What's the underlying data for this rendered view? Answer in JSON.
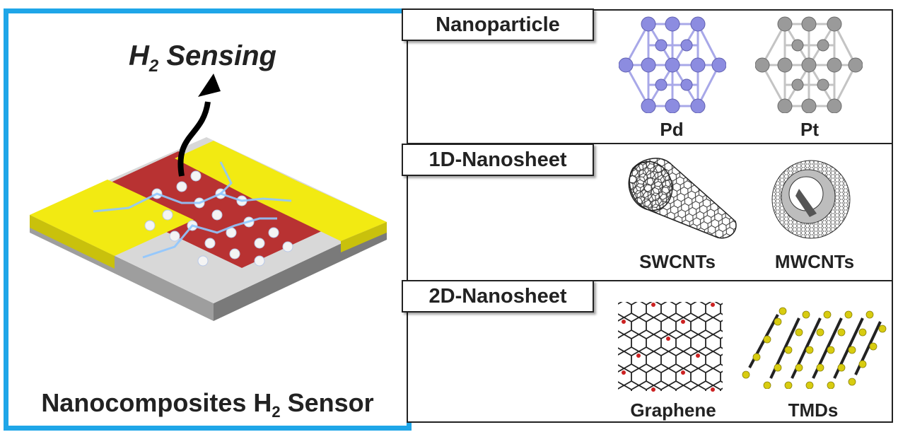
{
  "left": {
    "title_main": "H",
    "title_sub": "2",
    "title_rest": " Sensing",
    "caption_main": "Nanocomposites H",
    "caption_sub": "2",
    "caption_rest": " Sensor"
  },
  "sections": [
    {
      "label": "Nanoparticle",
      "items": [
        "Pd",
        "Pt"
      ]
    },
    {
      "label": "1D-Nanosheet",
      "items": [
        "SWCNTs",
        "MWCNTs"
      ]
    },
    {
      "label": "2D-Nanosheet",
      "items": [
        "Graphene",
        "TMDs"
      ]
    }
  ],
  "colors": {
    "frame": "#1fa6e8",
    "electrode": "#f2ea12",
    "film": "#b83232",
    "pd": "#8c8ce0",
    "pt": "#9a9a9a",
    "sulfur": "#d8cc10"
  }
}
